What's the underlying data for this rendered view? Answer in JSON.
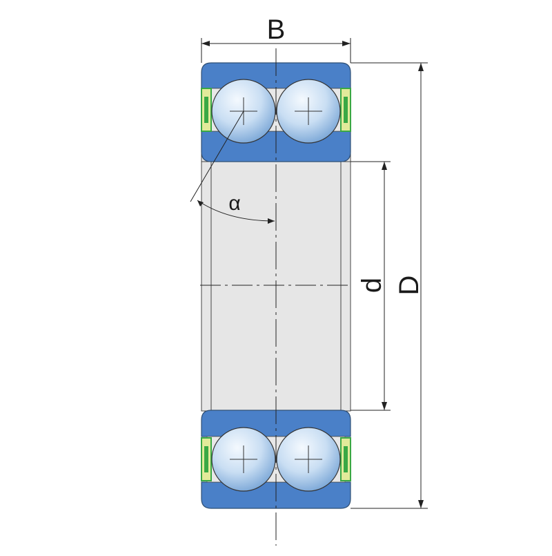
{
  "diagram": {
    "labels": {
      "width": "B",
      "outer_diameter": "D",
      "bore_diameter": "d",
      "contact_angle": "α"
    },
    "colors": {
      "ring": "#4a80c8",
      "ring_outline": "#2f4f74",
      "bore": "#e6e6e6",
      "ball_light": "#eef5fc",
      "ball_dark": "#8fb6e0",
      "seal_green": "#3aa844",
      "seal_yellow": "#e2ea9a",
      "line": "#222222"
    }
  }
}
